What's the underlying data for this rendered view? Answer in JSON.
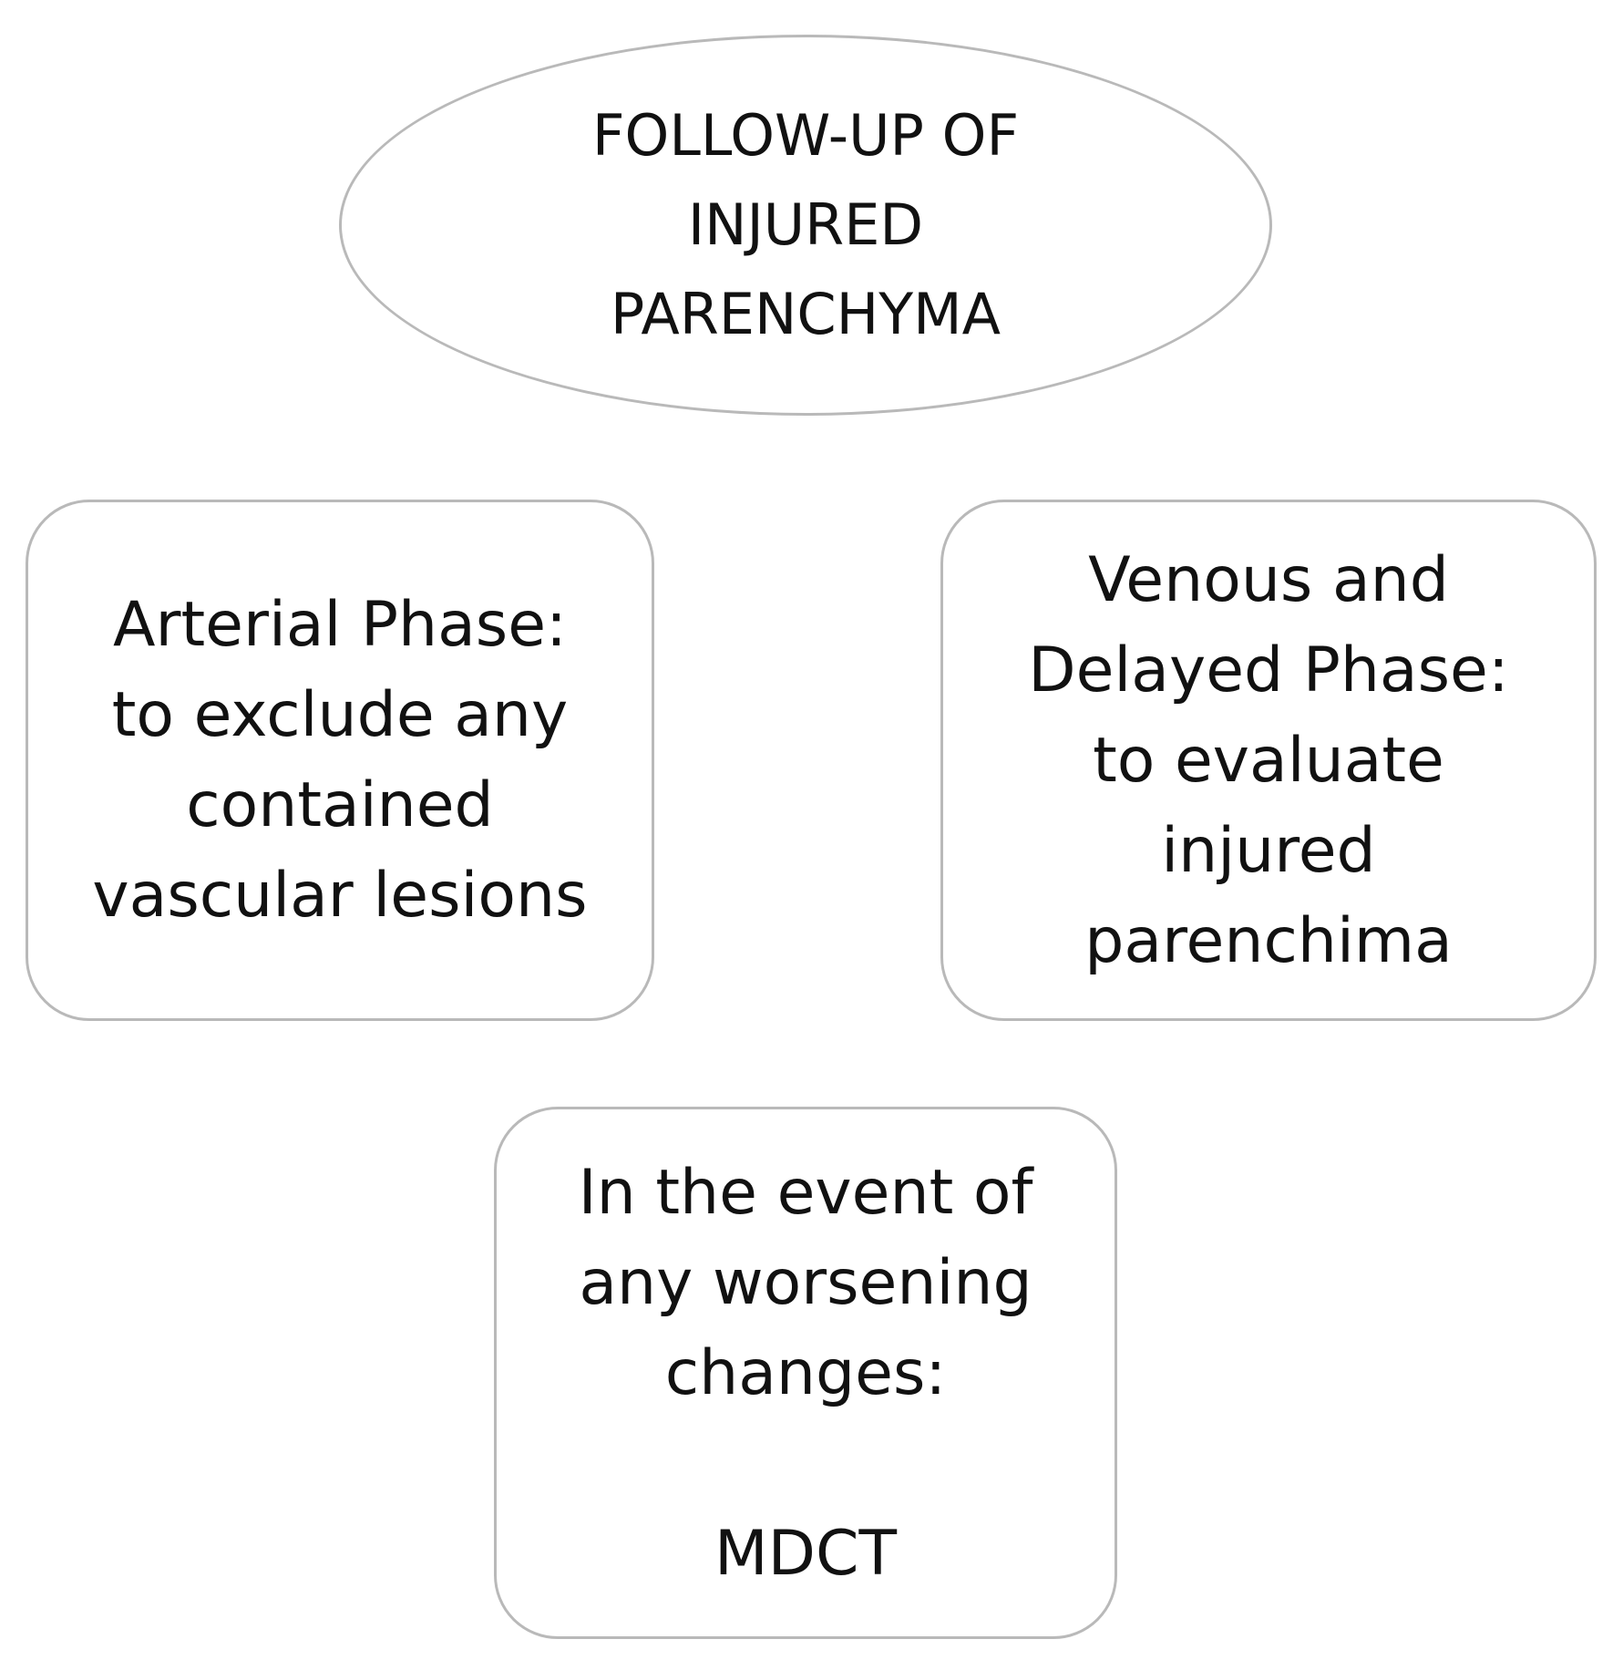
{
  "top_node": {
    "lines": [
      "FOLLOW-UP OF",
      "INJURED",
      "PARENCHYMA"
    ]
  },
  "left_node": {
    "lines": [
      "Arterial Phase:",
      "to exclude any",
      "contained",
      "vascular lesions"
    ]
  },
  "right_node": {
    "lines": [
      "Venous and",
      "Delayed Phase:",
      "to evaluate",
      "injured",
      "parenchima"
    ]
  },
  "bottom_node": {
    "lines": [
      "In the event of",
      "any worsening",
      "changes:",
      "MDCT"
    ]
  }
}
